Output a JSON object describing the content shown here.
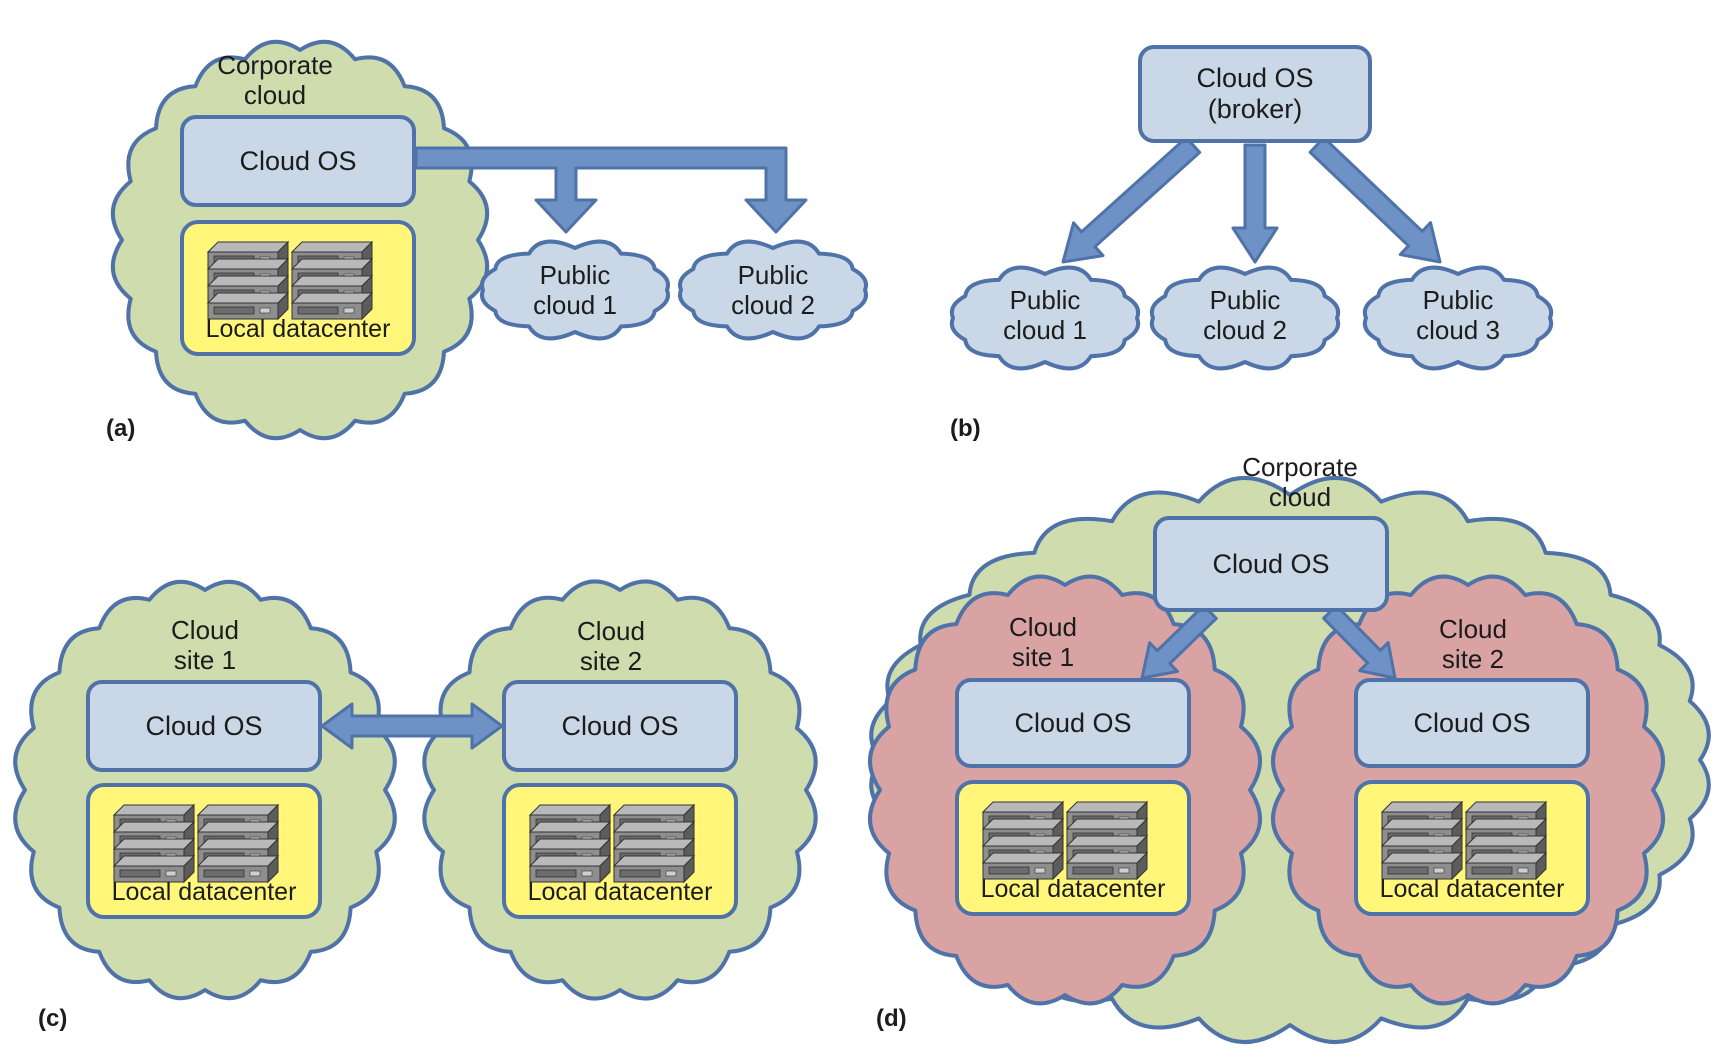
{
  "panels": {
    "a": {
      "tag": "(a)",
      "corporate_label": "Corporate\ncloud",
      "cloud_os": "Cloud OS",
      "datacenter": "Local datacenter",
      "public_clouds": [
        "Public\ncloud 1",
        "Public\ncloud 2"
      ]
    },
    "b": {
      "tag": "(b)",
      "broker": "Cloud OS\n(broker)",
      "public_clouds": [
        "Public\ncloud 1",
        "Public\ncloud 2",
        "Public\ncloud 3"
      ]
    },
    "c": {
      "tag": "(c)",
      "sites": [
        {
          "label": "Cloud\nsite 1",
          "cloud_os": "Cloud OS",
          "datacenter": "Local datacenter"
        },
        {
          "label": "Cloud\nsite 2",
          "cloud_os": "Cloud OS",
          "datacenter": "Local datacenter"
        }
      ]
    },
    "d": {
      "tag": "(d)",
      "corporate_label": "Corporate\ncloud",
      "cloud_os": "Cloud OS",
      "sites": [
        {
          "label": "Cloud\nsite 1",
          "cloud_os": "Cloud OS",
          "datacenter": "Local datacenter"
        },
        {
          "label": "Cloud\nsite 2",
          "cloud_os": "Cloud OS",
          "datacenter": "Local datacenter"
        }
      ]
    }
  },
  "colors": {
    "corporate_cloud_fill": "#cfdcae",
    "site_cloud_fill": "#d9a3a3",
    "public_cloud_fill": "#c9d7e6",
    "outline": "#4f73a8",
    "box_fill": "#c9d7e6",
    "datacenter_fill": "#fff67a",
    "arrow_fill": "#6e92c5"
  }
}
